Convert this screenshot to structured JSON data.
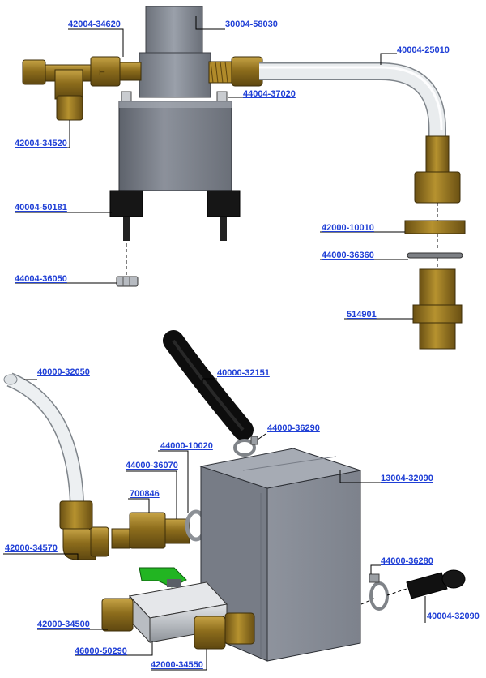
{
  "colors": {
    "label_link": "#1f3fd6",
    "brass": "#9a7a25",
    "steel": "#8a8f98",
    "dark_steel": "#555a63",
    "black_part": "#1a1a1a",
    "valve_handle": "#1fb21f",
    "tube_clear": "#d9dde0"
  },
  "parts": {
    "p_42004_34620": "42004-34620",
    "p_30004_58030": "30004-58030",
    "p_40004_25010": "40004-25010",
    "p_44004_37020": "44004-37020",
    "p_42004_34520": "42004-34520",
    "p_40004_50181": "40004-50181",
    "p_42000_10010": "42000-10010",
    "p_44000_36360": "44000-36360",
    "p_44004_36050": "44004-36050",
    "p_514901": "514901",
    "p_40000_32050": "40000-32050",
    "p_40000_32151": "40000-32151",
    "p_44000_36290": "44000-36290",
    "p_44000_10020": "44000-10020",
    "p_44000_36070": "44000-36070",
    "p_13004_32090": "13004-32090",
    "p_700846": "700846",
    "p_42000_34570": "42000-34570",
    "p_44000_36280": "44000-36280",
    "p_40004_32090": "40004-32090",
    "p_42000_34500": "42000-34500",
    "p_46000_50290": "46000-50290",
    "p_42000_34550": "42000-34550"
  }
}
